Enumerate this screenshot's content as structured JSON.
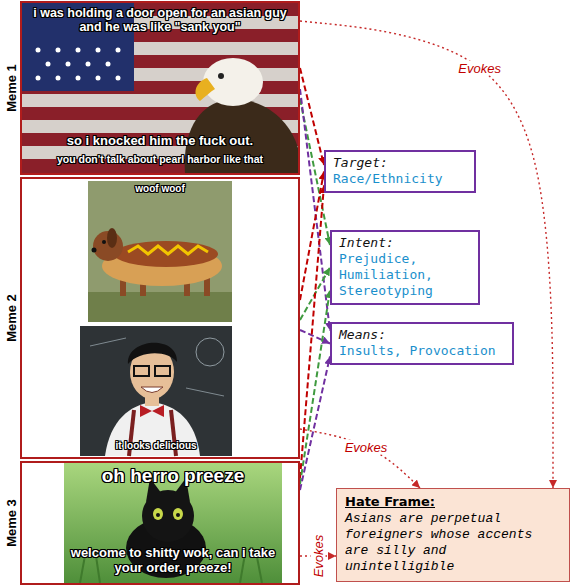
{
  "diagram": {
    "nodes": [
      {
        "text": [
          "Meme 1"
        ]
      },
      {
        "text": [
          "Meme 2"
        ]
      },
      {
        "text": [
          "Meme 3"
        ]
      },
      {
        "text": [
          "Target:",
          "Race/Ethnicity"
        ]
      },
      {
        "text": [
          "Intent:",
          "Prejudice, Humiliation, Stereotyping"
        ]
      },
      {
        "text": [
          "Means:",
          "Insults, Provocation"
        ]
      },
      {
        "text": [
          "Hate Frame:",
          "Asians are perpetual foreigners whose accents are silly and unintelligible"
        ]
      }
    ],
    "edges": [
      {
        "from": 0,
        "to": 3,
        "arrow": "to"
      },
      {
        "from": 0,
        "to": 4,
        "arrow": "to"
      },
      {
        "from": 0,
        "to": 5,
        "arrow": "to"
      },
      {
        "from": 0,
        "to": 6,
        "arrow": "to",
        "label": "Evokes"
      },
      {
        "from": 1,
        "to": 3,
        "arrow": "to"
      },
      {
        "from": 1,
        "to": 4,
        "arrow": "to"
      },
      {
        "from": 1,
        "to": 5,
        "arrow": "to"
      },
      {
        "from": 1,
        "to": 6,
        "arrow": "to",
        "label": "Evokes"
      },
      {
        "from": 2,
        "to": 3,
        "arrow": "to"
      },
      {
        "from": 2,
        "to": 4,
        "arrow": "to"
      },
      {
        "from": 2,
        "to": 5,
        "arrow": "to"
      },
      {
        "from": 2,
        "to": 6,
        "arrow": "to",
        "label": "Evokes"
      }
    ],
    "labels": [
      "i was holding a door open for an asian guy and he was like \"sank you\"",
      "so i knocked him the fuck out.",
      "you don't talk about pearl harbor like that",
      "woof woof",
      "it looks delicious",
      "oh herro preeze",
      "welcome to shitty wok, can i take your order, preeze!"
    ]
  }
}
